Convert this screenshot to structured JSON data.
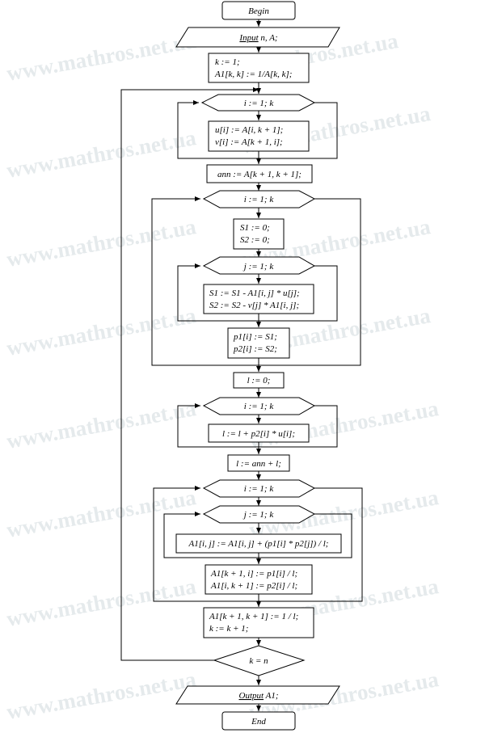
{
  "watermark": "www.mathros.net.ua",
  "nodes": {
    "begin": "Begin",
    "input_kw": "Input",
    "input_rest": " n, A;",
    "init_1": "k := 1;",
    "init_2": "A1[k, k] := 1/A[k, k];",
    "loop1": "i := 1; k",
    "uv_1": "u[i] := A[i, k + 1];",
    "uv_2": "v[i] := A[k + 1, i];",
    "ann": "ann := A[k + 1, k + 1];",
    "loop2": "i := 1; k",
    "s_1": "S1 := 0;",
    "s_2": "S2 := 0;",
    "loop3": "j := 1; k",
    "sum_1": "S1 := S1 - A1[i, j] * u[j];",
    "sum_2": "S2 := S2 - v[j] * A1[i, j];",
    "p_1": "p1[i] := S1;",
    "p_2": "p2[i] := S2;",
    "l0": "l := 0;",
    "loop4": "i := 1; k",
    "lsum": "l := l + p2[i] * u[i];",
    "lann": "l := ann + l;",
    "loop5": "i := 1; k",
    "loop6": "j := 1; k",
    "upd": "A1[i, j] := A1[i, j] + (p1[i] * p2[j]) / l;",
    "edge_1": "A1[k + 1, i] := p1[i] / l;",
    "edge_2": "A1[i, k + 1] := p2[i] / l;",
    "fin_1": "A1[k + 1, k + 1] := 1 / l;",
    "fin_2": "k := k + 1;",
    "cond": "k = n",
    "output_kw": "Output",
    "output_rest": " A1;",
    "end": "End"
  },
  "colors": {
    "stroke": "#000000",
    "watermark": "#cfd8dc",
    "background": "#ffffff"
  }
}
